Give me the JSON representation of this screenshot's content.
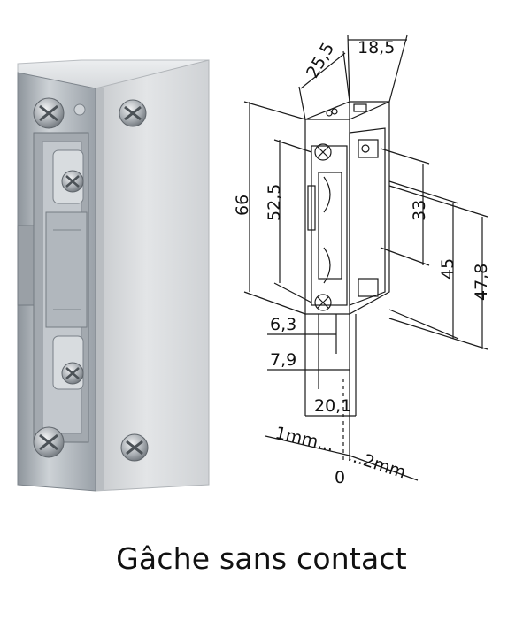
{
  "caption": "Gâche sans contact",
  "dimensions": {
    "d25_5": "25,5",
    "d18_5": "18,5",
    "d66": "66",
    "d52_5": "52,5",
    "d33": "33",
    "d45": "45",
    "d47_8": "47,8",
    "d6_3": "6,3",
    "d7_9": "7,9",
    "d20_1": "20,1",
    "left_range": "1mm...",
    "right_range": "...2mm",
    "zero": "0"
  },
  "colors": {
    "body_gray": "#d9dadc",
    "metal": "#b7bcc1",
    "line": "#1a1a1a"
  }
}
